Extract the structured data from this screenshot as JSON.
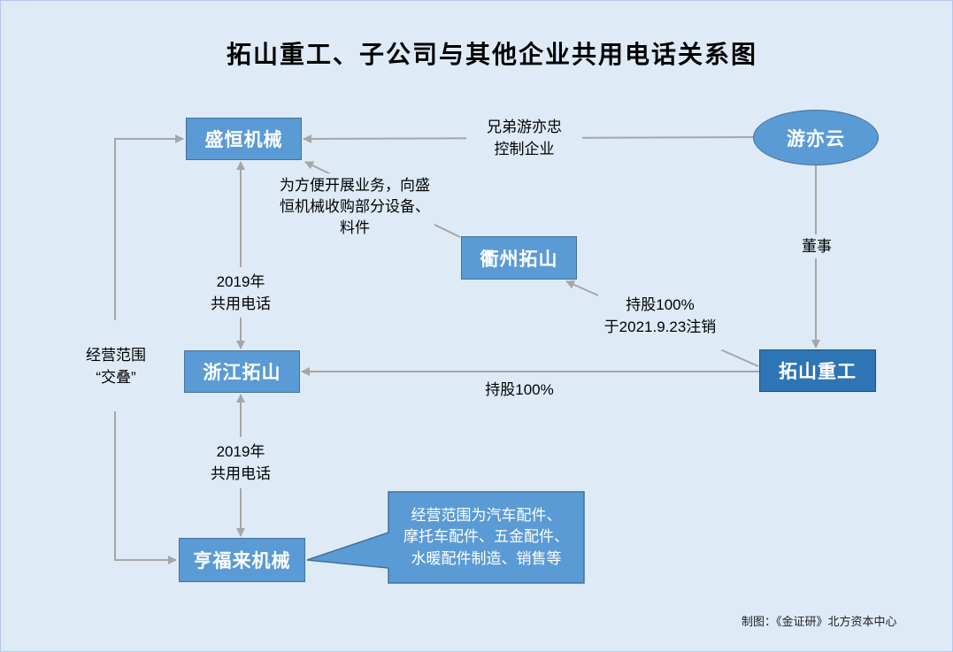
{
  "title": "拓山重工、子公司与其他企业共用电话关系图",
  "nodes": {
    "shengheng": "盛恒机械",
    "quzhou_tuoshan": "衢州拓山",
    "zhejiang_tuoshan": "浙江拓山",
    "tuoshan_heavy": "拓山重工",
    "hengfulai": "亨福来机械",
    "you_yiyun": "游亦云"
  },
  "edge_labels": {
    "you_yiyun_to_shengheng": [
      "兄弟游亦忠",
      "控制企业"
    ],
    "quzhou_to_shengheng": [
      "为方便开展业务，向盛",
      "恒机械收购部分设备、",
      "料件"
    ],
    "you_yiyun_to_tuoshan_heavy": [
      "董事"
    ],
    "tuoshan_heavy_to_quzhou": [
      "持股100%",
      "于2021.9.23注销"
    ],
    "tuoshan_heavy_to_zhejiang": [
      "持股100%"
    ],
    "shengheng_zhejiang": [
      "2019年",
      "共用电话"
    ],
    "zhejiang_hengfulai": [
      "2019年",
      "共用电话"
    ],
    "shengheng_hengfulai": [
      "经营范围",
      "“交叠”"
    ]
  },
  "callout": [
    "经营范围为汽车配件、",
    "摩托车配件、五金配件、",
    "水暖配件制造、销售等"
  ],
  "credit": "制图：《金证研》北方资本中心",
  "colors": {
    "background": "#deebf7",
    "node_fill": "#5b9bd5",
    "node_border": "#41719c",
    "parent_fill": "#2e75b6",
    "parent_border": "#1f4e79",
    "arrow": "#a6a6a6",
    "node_text": "#ffffff",
    "label_text": "#000000"
  }
}
